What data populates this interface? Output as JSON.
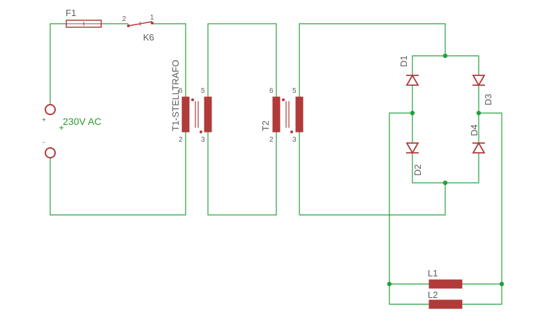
{
  "labels": {
    "fuse": "F1",
    "switch": "K6",
    "switch_pin_left": "2",
    "switch_pin_right": "1",
    "source": "230V AC",
    "source_plus": "+",
    "source_minus": "-",
    "t1": "T1-STELLTRAFO",
    "t2": "T2",
    "d1": "D1",
    "d2": "D2",
    "d3": "D3",
    "d4": "D4",
    "l1": "L1",
    "l2": "L2"
  },
  "transformer_pins": {
    "t1": {
      "top_left": "6",
      "top_right": "5",
      "bottom_left": "2",
      "bottom_right": "3"
    },
    "t2": {
      "top_left": "6",
      "top_right": "5",
      "bottom_left": "2",
      "bottom_right": "3"
    }
  },
  "colors": {
    "wire": "#22a13a",
    "component": "#b13a3a",
    "label": "#5a5a5a",
    "source_label": "#2b9a2b"
  }
}
